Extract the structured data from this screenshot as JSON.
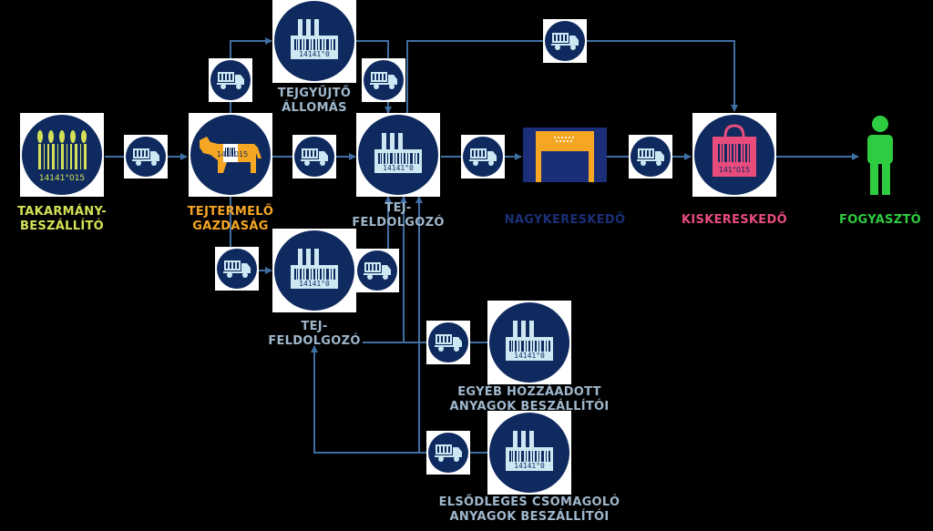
{
  "nodes": {
    "feed_supplier": {
      "label_1": "TAKARMÁNY-",
      "label_2": "BESZÁLLÍTÓ",
      "color": "#d4e157",
      "barcode": "14141°015"
    },
    "dairy_farm": {
      "label_1": "TEJTERMELŐ",
      "label_2": "GAZDASÁG",
      "color": "#f5a623",
      "barcode": "141°015"
    },
    "collection_station": {
      "label_1": "TEJGYŰJTŐ",
      "label_2": "ÁLLOMÁS",
      "color": "#9fb7cc",
      "barcode": "14141°0"
    },
    "processor_main": {
      "label_1": "TEJ-",
      "label_2": "FELDOLGOZÓ",
      "color": "#9fb7cc",
      "barcode": "14141°0"
    },
    "processor_secondary": {
      "label_1": "TEJ-",
      "label_2": "FELDOLGOZÓ",
      "color": "#9fb7cc",
      "barcode": "14141°0"
    },
    "wholesaler": {
      "label": "NAGYKERESKEDŐ",
      "color": "#1b2f78"
    },
    "retailer": {
      "label": "KISKERESKEDŐ",
      "color": "#e84c7d",
      "barcode": "141°015"
    },
    "consumer": {
      "label": "FOGYASZTÓ",
      "color": "#2ecc40"
    },
    "other_suppliers": {
      "label_1": "EGYÉB HOZZÁADOTT",
      "label_2": "ANYAGOK BESZÁLLÍTÓI",
      "color": "#9fb7cc",
      "barcode": "14141°0"
    },
    "packaging_suppliers": {
      "label_1": "ELSŐDLEGES CSOMAGOLÓ",
      "label_2": "ANYAGOK BESZÁLLÍTÓI",
      "color": "#9fb7cc",
      "barcode": "14141°0"
    }
  },
  "icons": {
    "truck": "truck-icon",
    "factory": "factory-icon",
    "cow": "cow-icon",
    "wheat": "wheat-barcode-icon",
    "warehouse": "warehouse-icon",
    "bag": "shopping-bag-icon",
    "person": "person-icon"
  },
  "colors": {
    "navy": "#0f2a5f",
    "line": "#3f6ea2",
    "background": "#000000"
  }
}
